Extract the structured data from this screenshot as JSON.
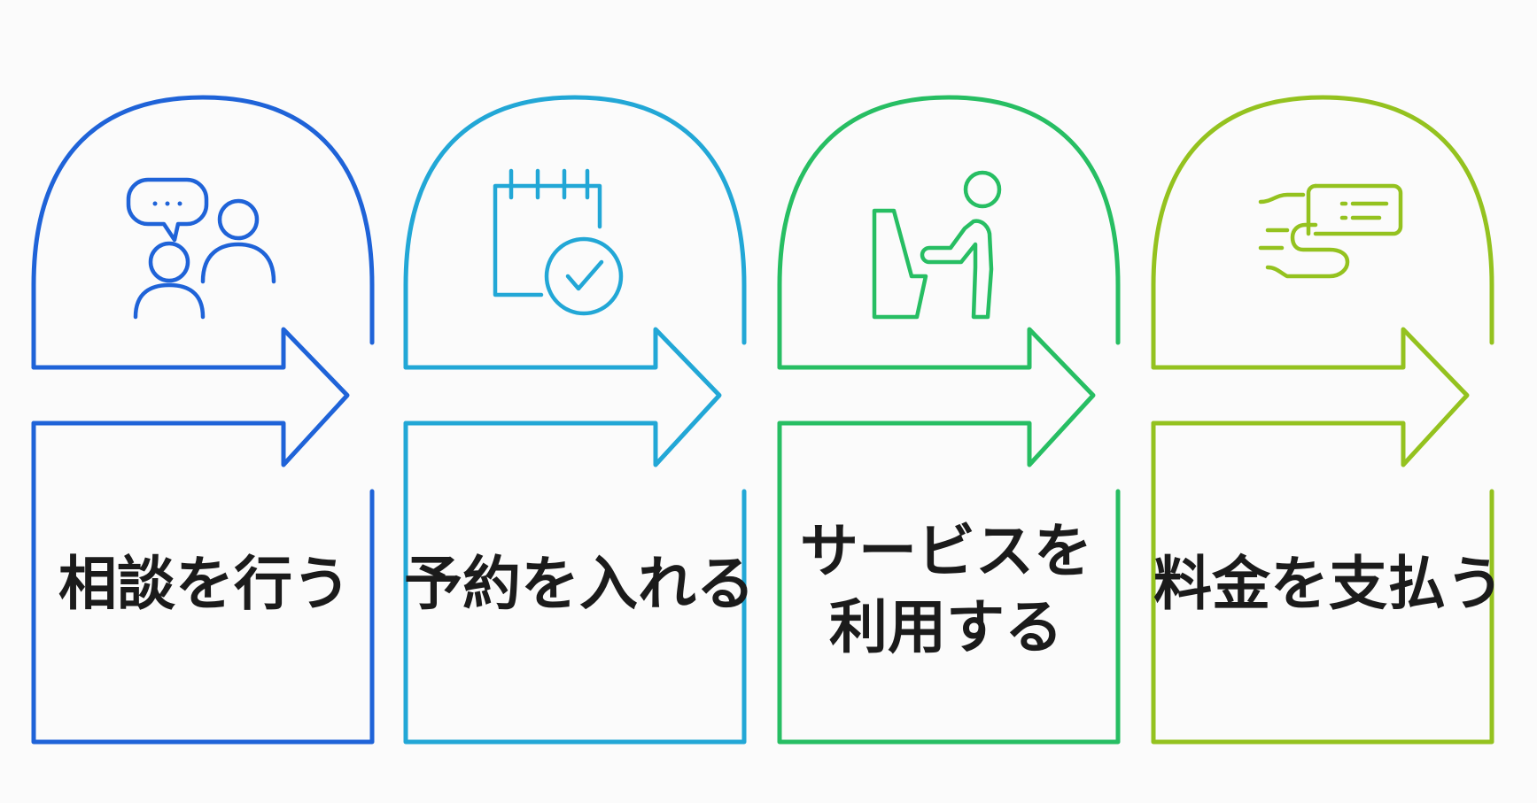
{
  "steps": [
    {
      "id": "consult",
      "label_lines": [
        "相談を行う"
      ],
      "icon": "consultation-people-icon",
      "color": "#1f63d8"
    },
    {
      "id": "reserve",
      "label_lines": [
        "予約を入れる"
      ],
      "icon": "calendar-check-icon",
      "color": "#22a7d6"
    },
    {
      "id": "use-service",
      "label_lines": [
        "サービスを",
        "利用する"
      ],
      "icon": "person-at-counter-icon",
      "color": "#27be63"
    },
    {
      "id": "pay",
      "label_lines": [
        "料金を支払う"
      ],
      "icon": "fast-payment-card-icon",
      "color": "#94c21f"
    }
  ]
}
